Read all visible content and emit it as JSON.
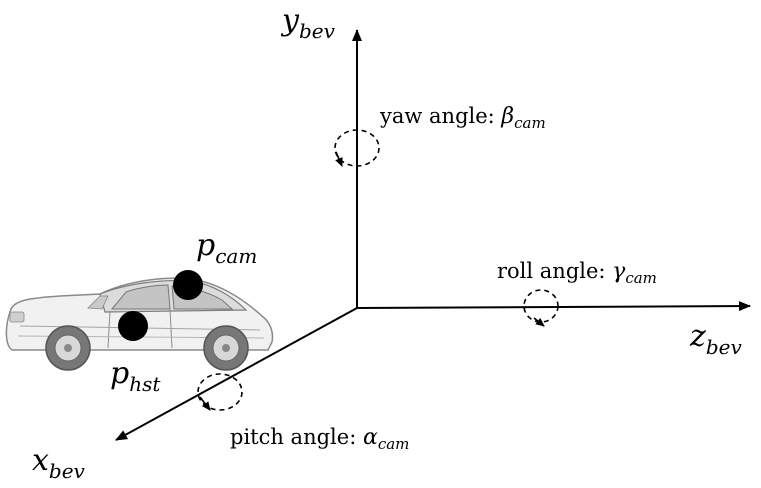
{
  "axes": {
    "y": {
      "symbol": "y",
      "subscript": "bev"
    },
    "z": {
      "symbol": "z",
      "subscript": "bev"
    },
    "x": {
      "symbol": "x",
      "subscript": "bev"
    }
  },
  "angles": {
    "yaw": {
      "text": "yaw angle: ",
      "symbol": "β",
      "subscript": "cam"
    },
    "roll": {
      "text": "roll angle: ",
      "symbol": "γ",
      "subscript": "cam"
    },
    "pitch": {
      "text": "pitch angle: ",
      "symbol": "α",
      "subscript": "cam"
    }
  },
  "points": {
    "cam": {
      "symbol": "p",
      "subscript": "cam"
    },
    "hst": {
      "symbol": "p",
      "subscript": "hst"
    }
  },
  "car": {
    "icon": "sedan-car-icon"
  }
}
